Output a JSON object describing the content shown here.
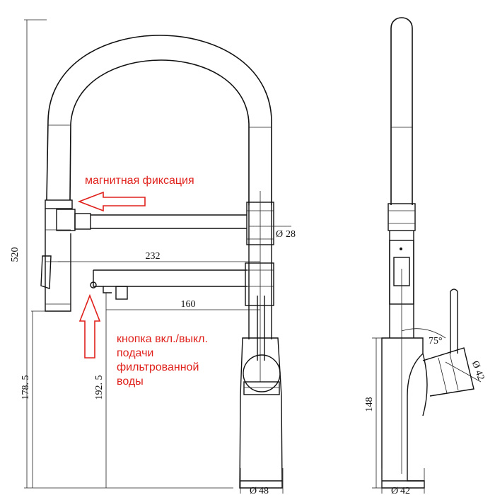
{
  "dimensions": {
    "height_total": "520",
    "spout_reach": "232",
    "filter_reach": "160",
    "height_spout": "178. 5",
    "height_filter": "192. 5",
    "diameter_spout": "28",
    "diameter_base_front": "48",
    "diameter_base_side": "42",
    "diameter_filter_outlet": "42",
    "base_height_side": "148",
    "lever_angle": "75°"
  },
  "annotations": {
    "magnetic_fix": "магнитная фиксация",
    "button_line1": "кнопка вкл./выкл.",
    "button_line2": "подачи",
    "button_line3": "фильтрованной",
    "button_line4": "воды"
  },
  "symbols": {
    "diameter": "Ø"
  },
  "colors": {
    "annotation_red": "#e0201b",
    "line_black": "#111111"
  }
}
